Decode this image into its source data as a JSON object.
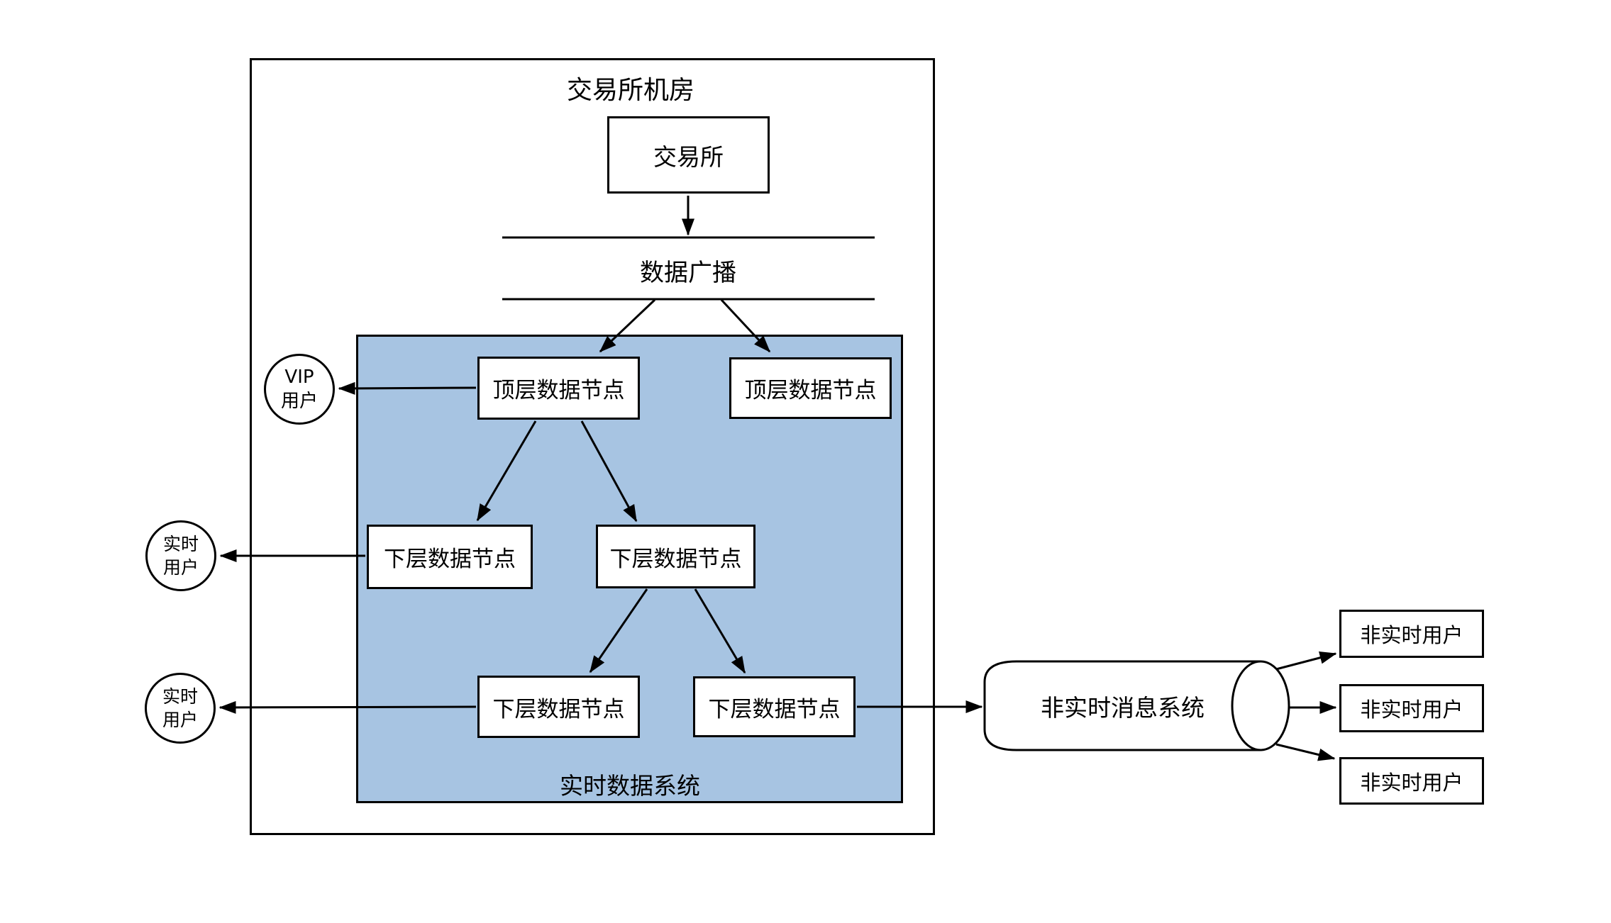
{
  "diagram": {
    "outer_group_label": "交易所机房",
    "exchange_label": "交易所",
    "broadcast_label": "数据广播",
    "realtime_system_label": "实时数据系统",
    "top_nodes": [
      "顶层数据节点",
      "顶层数据节点"
    ],
    "lower_nodes": [
      "下层数据节点",
      "下层数据节点",
      "下层数据节点",
      "下层数据节点"
    ],
    "queue_label": "非实时消息系统",
    "vip_user_label": "VIP\n用户",
    "realtime_users": [
      "实时\n用户",
      "实时\n用户"
    ],
    "non_realtime_users": [
      "非实时用户",
      "非实时用户",
      "非实时用户"
    ],
    "colors": {
      "realtime_fill": "#a7c4e2",
      "stroke": "#000000",
      "node_fill": "#ffffff",
      "background": "#ffffff"
    }
  }
}
